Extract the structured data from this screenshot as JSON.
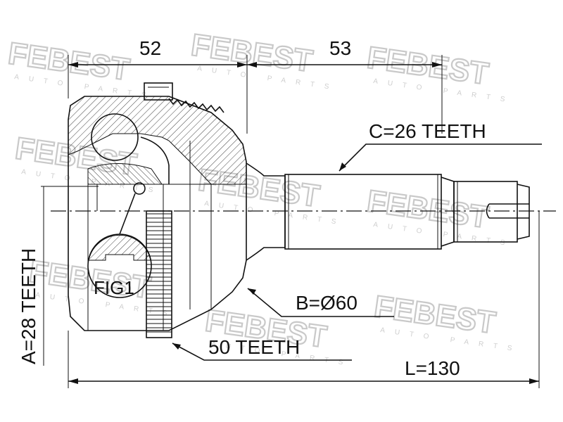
{
  "watermark": {
    "brand": "FEBEST",
    "sub": "AUTO PARTS"
  },
  "dimensions": {
    "top_left": "52",
    "top_right": "53",
    "total_length": "L=130"
  },
  "labels": {
    "spline_c": "C=26 TEETH",
    "spline_a": "A=28 TEETH",
    "diameter_b": "B=Ø60",
    "abs_ring": "50 TEETH",
    "detail_fig": "FIG1"
  },
  "colors": {
    "line": "#111111",
    "watermark": "#c9c9c9",
    "background": "#ffffff"
  }
}
